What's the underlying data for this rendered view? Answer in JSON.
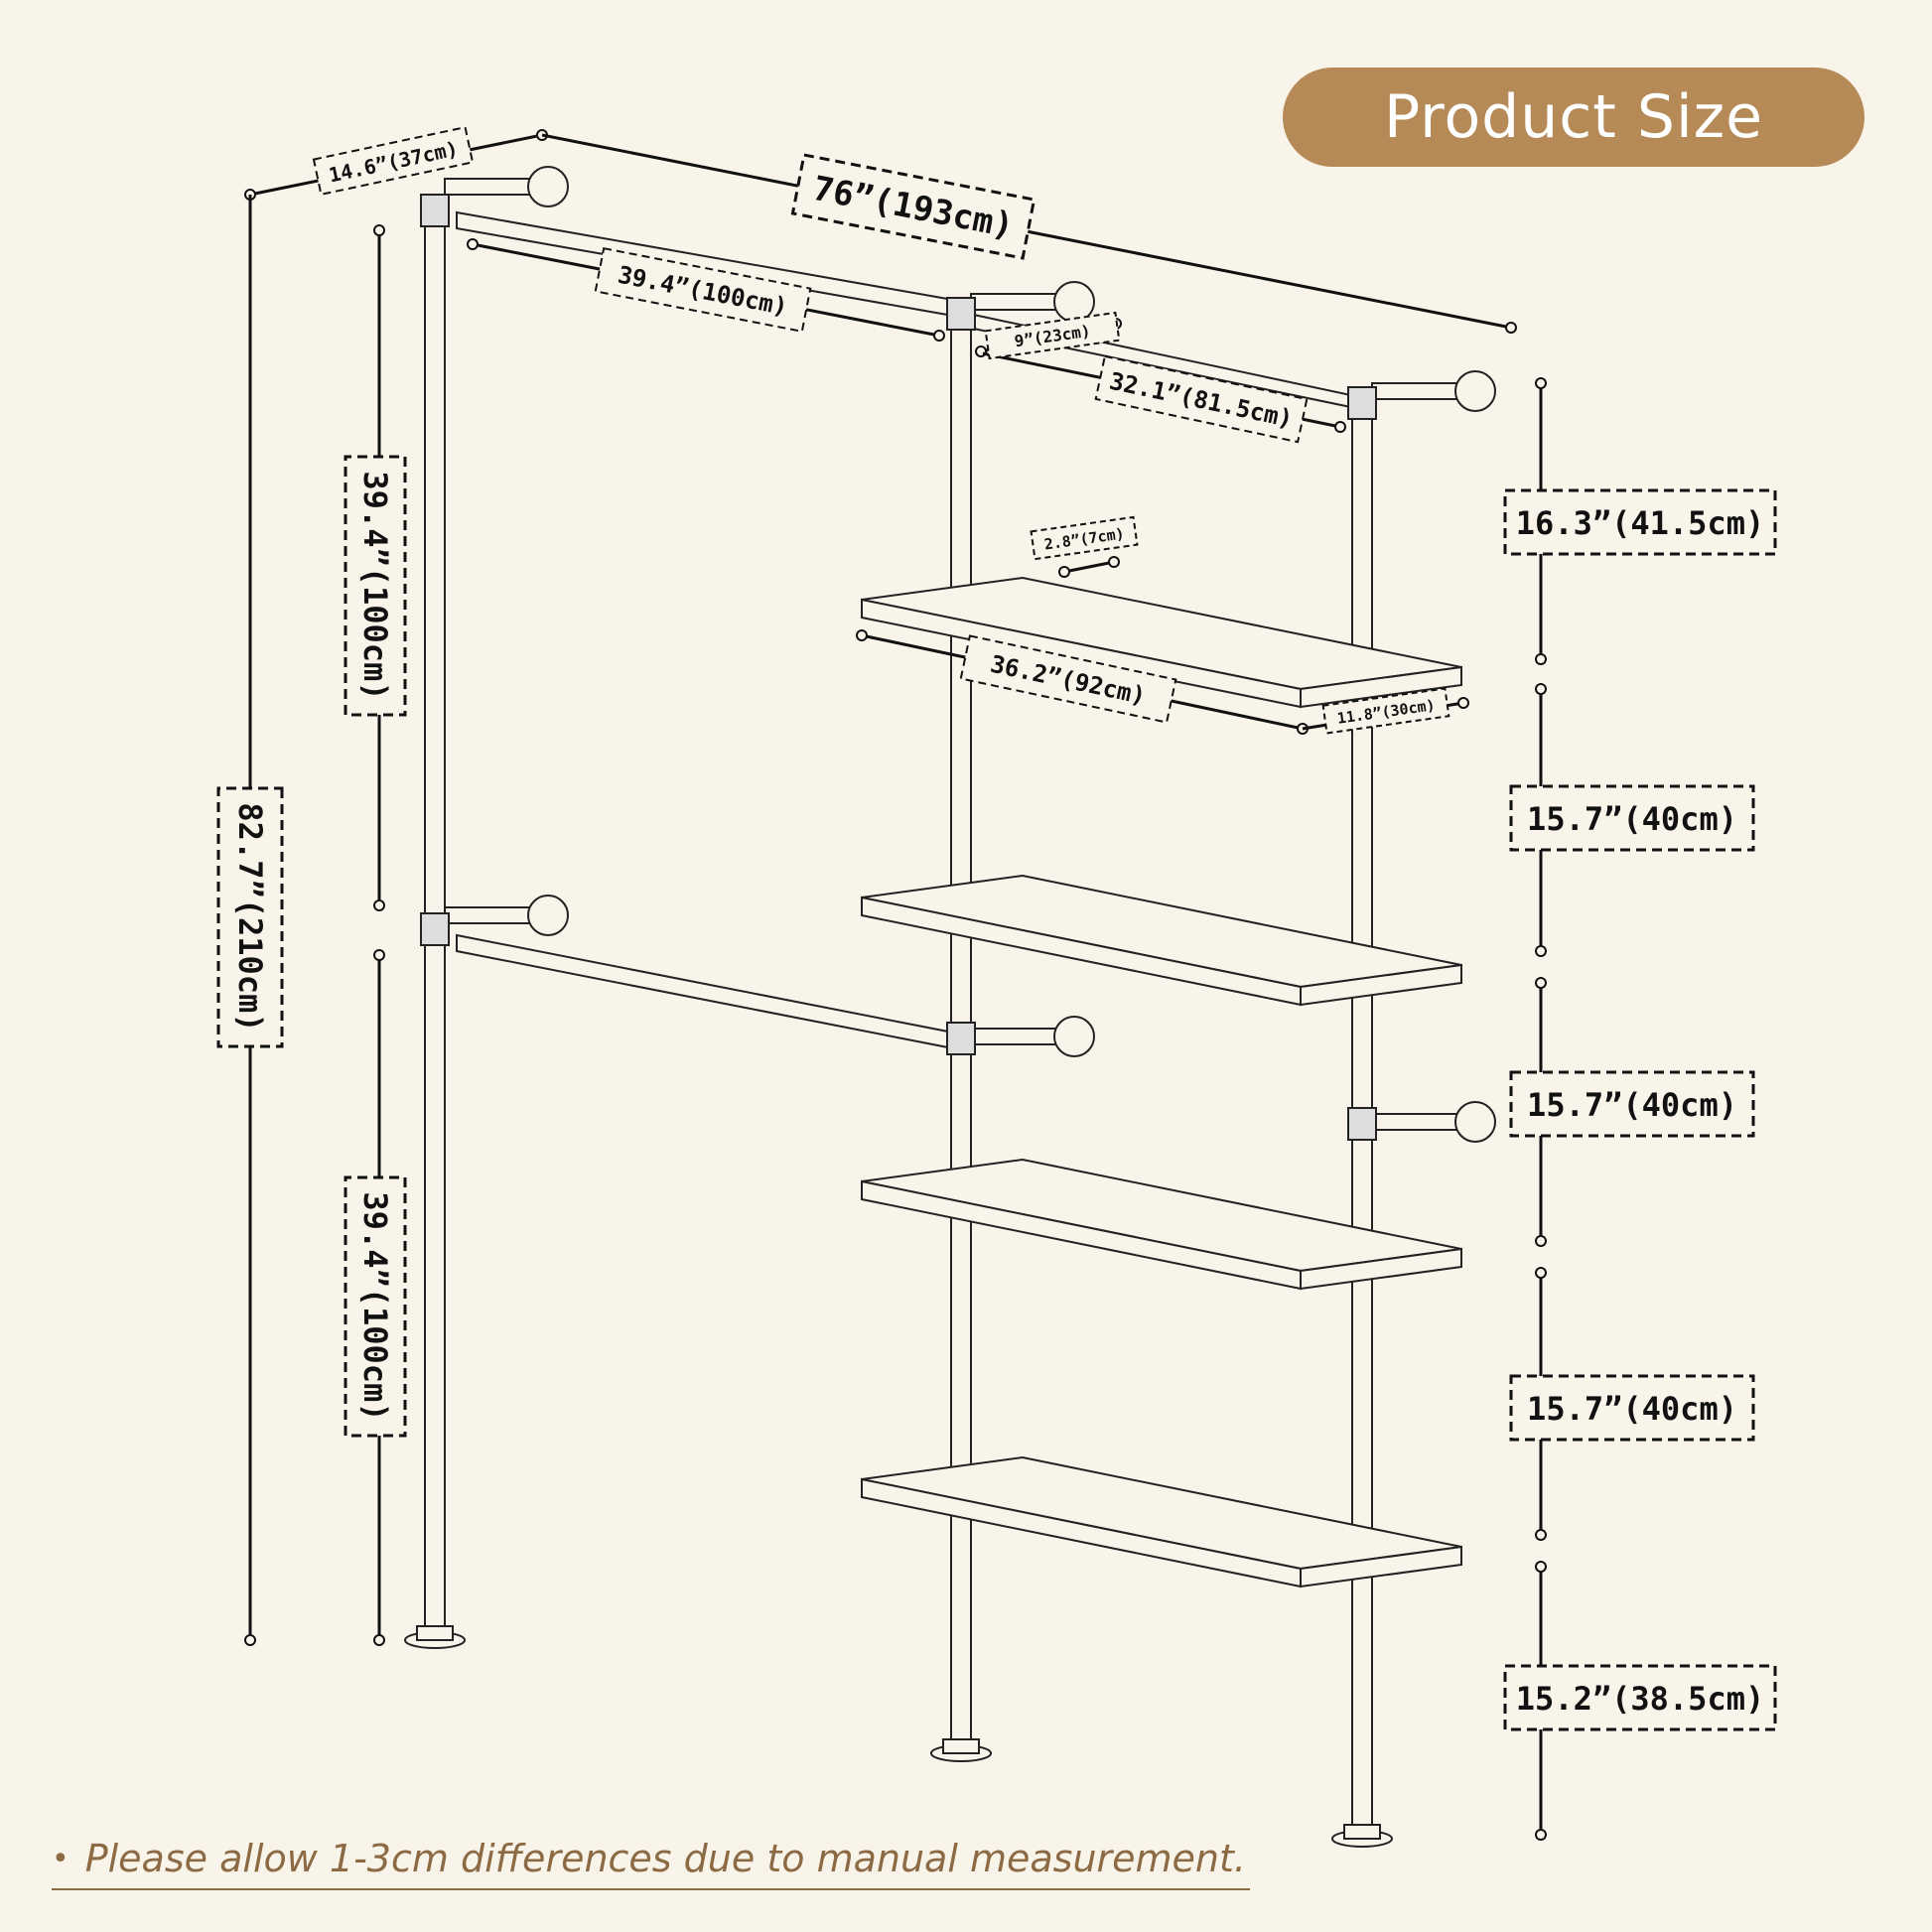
{
  "header": {
    "title": "Product Size"
  },
  "footer": {
    "bullet": "•",
    "note": "Please allow 1-3cm differences due to manual measurement."
  },
  "dimensions": {
    "depth": "14.6”(37cm)",
    "total_width": "76”(193cm)",
    "left_rod": "39.4”(100cm)",
    "arm_depth": "9”(23cm)",
    "right_span": "32.1”(81.5cm)",
    "shelf_gap": "2.8”(7cm)",
    "shelf_length": "36.2”(92cm)",
    "shelf_depth": "11.8”(30cm)",
    "total_height": "82.7”(210cm)",
    "upper_rod_height": "39.4”(100cm)",
    "lower_rod_height": "39.4”(100cm)",
    "top_section": "16.3”(41.5cm)",
    "shelf_space_1": "15.7”(40cm)",
    "shelf_space_2": "15.7”(40cm)",
    "shelf_space_3": "15.7”(40cm)",
    "bottom_section": "15.2”(38.5cm)"
  },
  "colors": {
    "background": "#f8f4ea",
    "accent": "#b58a57",
    "note_text": "#8c6a44",
    "line": "#111111"
  }
}
